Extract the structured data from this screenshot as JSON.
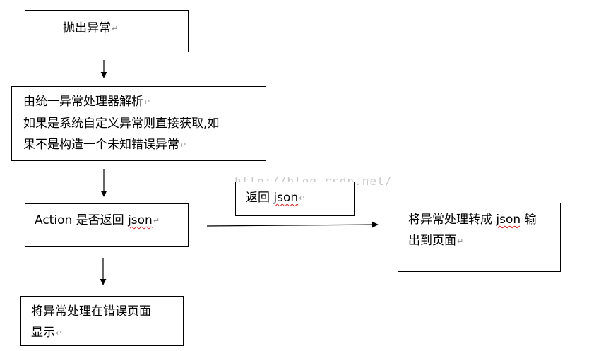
{
  "nodes": {
    "throw": {
      "text": "抛出异常"
    },
    "parse": {
      "line1": "由统一异常处理器解析",
      "line2": "如果是系统自定义异常则直接获取,如",
      "line3": "果不是构造一个未知错误异常"
    },
    "action": {
      "prefix": "Action 是否返回 ",
      "keyword": "json"
    },
    "return_json": {
      "prefix": "返回 ",
      "keyword": "json"
    },
    "to_json": {
      "line1_prefix": "将异常处理转成 ",
      "line1_keyword": "json",
      "line1_suffix": " 输",
      "line2": "出到页面"
    },
    "error_page": {
      "line1": "将异常处理在错误页面",
      "line2": "显示"
    }
  },
  "paragraph_mark": "↵",
  "watermark": "http://blog.csdn.net/",
  "colors": {
    "line": "#000000",
    "spellcheck": "#d02020",
    "watermark": "#c9c9c9"
  }
}
